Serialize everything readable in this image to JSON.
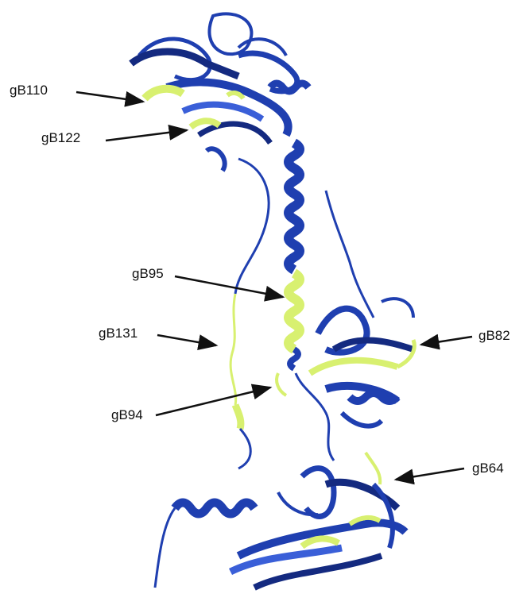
{
  "labels": {
    "gB110": "gB110",
    "gB122": "gB122",
    "gB95": "gB95",
    "gB131": "gB131",
    "gB94": "gB94",
    "gB82": "gB82",
    "gB64": "gB64"
  },
  "colors": {
    "ribbon": "#1f3fb0",
    "ribbon_dark": "#142a80",
    "ribbon_light": "#3a5fd8",
    "epitope": "#d8f070",
    "epitope_dark": "#a7c43a",
    "arrow": "#111111"
  }
}
